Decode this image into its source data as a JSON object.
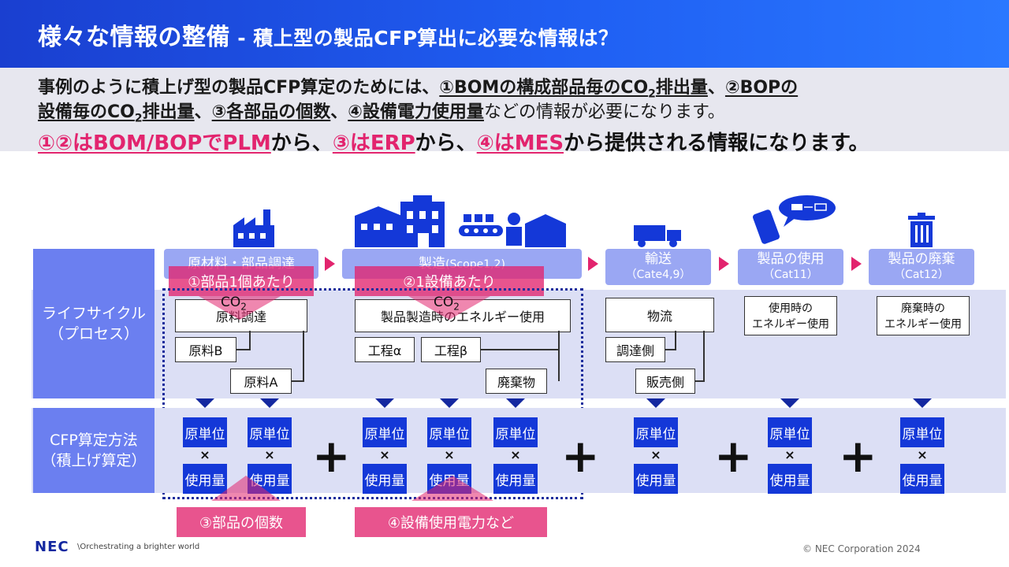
{
  "header": {
    "title_main": "様々な情報の整備",
    "title_sub": " - 積上型の製品CFP算出に必要な情報は？"
  },
  "description": {
    "line1_a": "事例のように積上げ型の製品CFP算定のためには、",
    "line1_u": "①BOMの構成部品毎のCO",
    "line1_sub": "2",
    "line1_u2": "排出量",
    "line1_b": "、",
    "line1_u3": "②BOPの",
    "line2_u": "設備毎のCO",
    "line2_sub": "2",
    "line2_u2": "排出量",
    "line2_b": "、",
    "line2_u3": "③各部品の個数",
    "line2_c": "、",
    "line2_u4": "④設備電力使用量",
    "line2_d": "などの情報が必要になります。",
    "line3_p1": "①②はBOM/BOPでPLM",
    "line3_t1": "から、",
    "line3_p2": "③はERP",
    "line3_t2": "から、",
    "line3_p3": "④はMES",
    "line3_t3": "から提供される情報になります。"
  },
  "row_labels": {
    "lifecycle_1": "ライフサイクル",
    "lifecycle_2": "（プロセス）",
    "cfp_1": "CFP算定方法",
    "cfp_2": "（積上げ算定）"
  },
  "stages": {
    "procurement": "原材料・部品調達",
    "manufacturing": "製造",
    "manufacturing_sub": "(Scope1,2)",
    "transport": "輸送",
    "transport_sub": "（Cate4,9）",
    "use": "製品の使用",
    "use_sub": "（Cat11）",
    "disposal": "製品の廃棄",
    "disposal_sub": "（Cat12）"
  },
  "process_boxes": {
    "procurement": "原料調達",
    "material_b": "原料B",
    "material_a": "原料A",
    "mfg_energy": "製品製造時のエネルギー使用",
    "process_alpha": "工程α",
    "process_beta": "工程β",
    "waste": "廃棄物",
    "logistics": "物流",
    "proc_side": "調達側",
    "sales_side": "販売側",
    "use_energy_1": "使用時の",
    "use_energy_2": "エネルギー使用",
    "disposal_energy_1": "廃棄時の",
    "disposal_energy_2": "エネルギー使用"
  },
  "callouts": {
    "per_part": "①部品1個あたり",
    "per_part_co2": "CO",
    "per_equipment": "②1設備あたり",
    "per_equipment_co2": "CO",
    "co2_sub": "2",
    "part_count": "③部品の個数",
    "equipment_power": "④設備使用電力など"
  },
  "calc": {
    "unit": "原単位",
    "times": "×",
    "usage": "使用量",
    "plus": "+"
  },
  "footer": {
    "logo": "NEC",
    "tagline": "\\Orchestrating a brighter world",
    "copyright": "© NEC Corporation 2024"
  },
  "colors": {
    "title_bar": "#1f5ef2",
    "accent_pink": "#e2246e",
    "calc_blue": "#1438d8",
    "stage_blue": "#9aa7f3",
    "label_blue": "#6b7ff0"
  },
  "icons": [
    "factory-icon",
    "manufacturing-plant-icon",
    "conveyor-worker-icon",
    "truck-icon",
    "phone-battery-icon",
    "trash-can-icon"
  ]
}
